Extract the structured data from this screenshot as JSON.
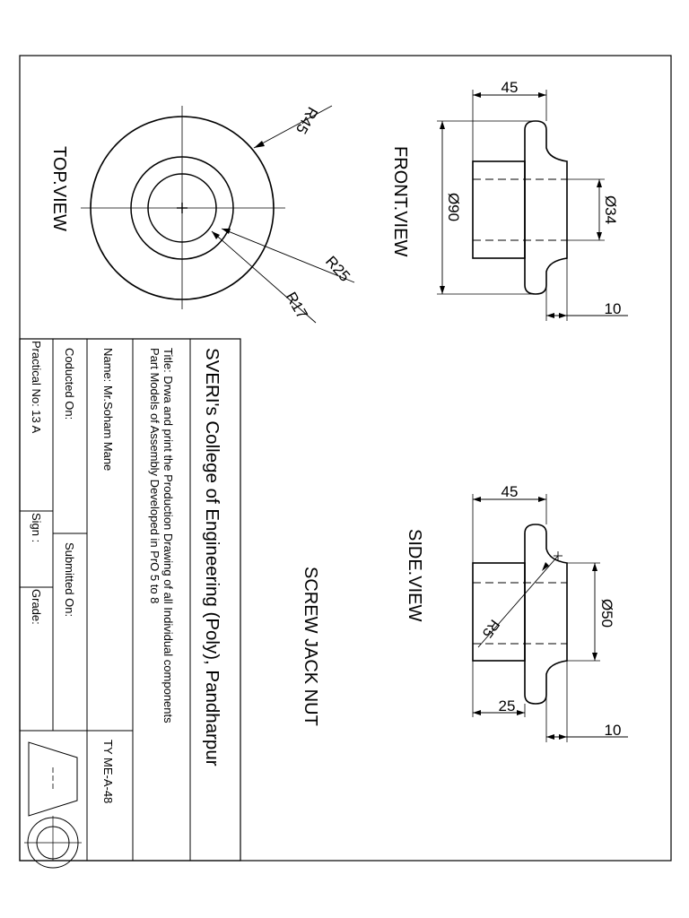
{
  "views": {
    "top": "TOP.VIEW",
    "front": "FRONT.VIEW",
    "side": "SIDE.VIEW"
  },
  "part_name": "SCREW JACK NUT",
  "dimensions": {
    "top": {
      "r45": "R45",
      "r25": "R25",
      "r17": "R17"
    },
    "front": {
      "width": "45",
      "dia_outer": "Ø90",
      "dia_bore": "Ø34",
      "flange": "10"
    },
    "side": {
      "width": "45",
      "radius": "R5",
      "dia": "Ø50",
      "length": "25",
      "flange": "10"
    }
  },
  "title_block": {
    "college": "SVERI's College of Engineering (Poly), Pandharpur",
    "title_line1": "Title: Drwa and print the Production Drawing of all Individual components",
    "title_line2": "Part Models of Assembly Developed in PrO 5 to 8",
    "name": "Name: Mr.Soham Mane",
    "roll": "TY ME-A-48",
    "conducted": "Coducted On:",
    "submitted": "Submitted On:",
    "practical": "Practical No: 13 A",
    "sign": "Sign :",
    "grade": "Grade:"
  },
  "projection_symbol": "third-angle-projection-icon"
}
